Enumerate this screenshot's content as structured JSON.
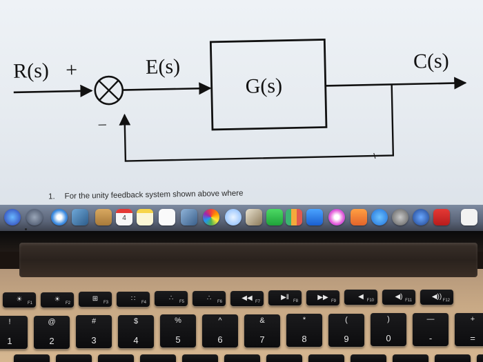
{
  "diagram": {
    "input": "R(s)",
    "plus": "+",
    "error": "E(s)",
    "plant": "G(s)",
    "output": "C(s)",
    "minus": "–"
  },
  "question": {
    "number": "1.",
    "text": "For the unity feedback system shown above where"
  },
  "calendar_icon": {
    "day": "4"
  },
  "function_keys": [
    {
      "glyph": "☀",
      "label": "F1"
    },
    {
      "glyph": "☀",
      "label": "F2"
    },
    {
      "glyph": "⊞",
      "label": "F3"
    },
    {
      "glyph": "∷",
      "label": "F4"
    },
    {
      "glyph": "∴",
      "label": "F5"
    },
    {
      "glyph": "∴",
      "label": "F6"
    },
    {
      "glyph": "◀◀",
      "label": "F7"
    },
    {
      "glyph": "▶‖",
      "label": "F8"
    },
    {
      "glyph": "▶▶",
      "label": "F9"
    },
    {
      "glyph": "◀",
      "label": "F10"
    },
    {
      "glyph": "◀)",
      "label": "F11"
    },
    {
      "glyph": "◀))",
      "label": "F12"
    }
  ],
  "number_keys": [
    {
      "sym": "!",
      "digit": "1"
    },
    {
      "sym": "@",
      "digit": "2"
    },
    {
      "sym": "#",
      "digit": "3"
    },
    {
      "sym": "$",
      "digit": "4"
    },
    {
      "sym": "%",
      "digit": "5"
    },
    {
      "sym": "^",
      "digit": "6"
    },
    {
      "sym": "&",
      "digit": "7"
    },
    {
      "sym": "*",
      "digit": "8"
    },
    {
      "sym": "(",
      "digit": "9"
    },
    {
      "sym": ")",
      "digit": "0"
    },
    {
      "sym": "—",
      "digit": "-"
    },
    {
      "sym": "+",
      "digit": "="
    }
  ]
}
